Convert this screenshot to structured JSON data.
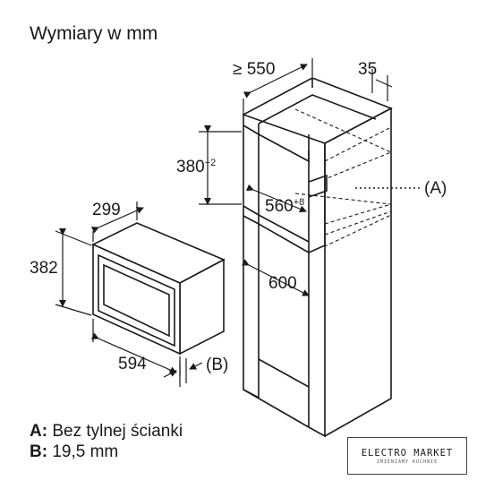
{
  "title": "Wymiary w mm",
  "dims": {
    "depth": "≥ 550",
    "offset": "35",
    "niche_height": "380",
    "niche_height_tol": "+2",
    "niche_width": "560",
    "niche_width_tol": "+8",
    "cabinet_width": "600",
    "device_depth": "299",
    "device_height": "382",
    "device_width": "594"
  },
  "callouts": {
    "a": "(A)",
    "b": "(B)"
  },
  "legend": {
    "a_key": "A:",
    "a_text": "Bez tylnej ścianki",
    "b_key": "B:",
    "b_text": "19,5 mm"
  },
  "logo": {
    "main": "ELECTRO MARKET",
    "sub": "ZMIENIAMY KUCHNIE"
  }
}
